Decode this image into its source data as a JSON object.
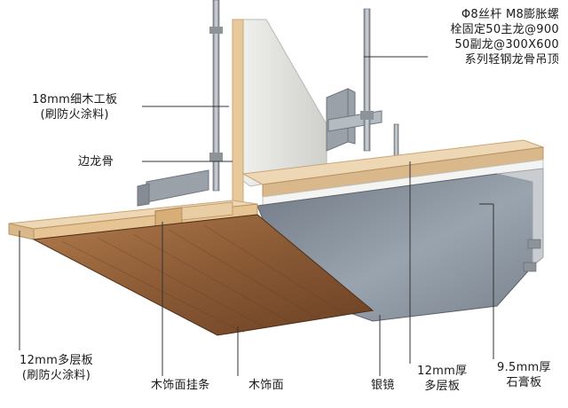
{
  "labels": {
    "suspension_rod": [
      "Φ8丝杆 M8膨胀螺",
      "栓固定50主龙@900",
      "50副龙@300X600",
      "系列轻钢龙骨吊顶"
    ],
    "fine_board": [
      "18mm细木工板",
      "(刷防火涂料)"
    ],
    "edge_keel": [
      "边龙骨"
    ],
    "multilayer_left": [
      "12mm多层板",
      "(刷防火涂料)"
    ],
    "hanging_strip": [
      "木饰面挂条"
    ],
    "wood_veneer": [
      "木饰面"
    ],
    "silver_mirror": [
      "银镜"
    ],
    "multilayer_right": [
      "12mm厚",
      "多层板"
    ],
    "gypsum_board": [
      "9.5mm厚",
      "石膏板"
    ]
  },
  "colors": {
    "wood_face": "#8a5a35",
    "wood_edge": "#e9c9a0",
    "plywood_top": "#eed7b4",
    "plywood_side": "#d9b88c",
    "mirror": "#8f9aa6",
    "gypsum": "#c9cdd2",
    "metal": "#9aa1a8",
    "line": "#333333"
  }
}
